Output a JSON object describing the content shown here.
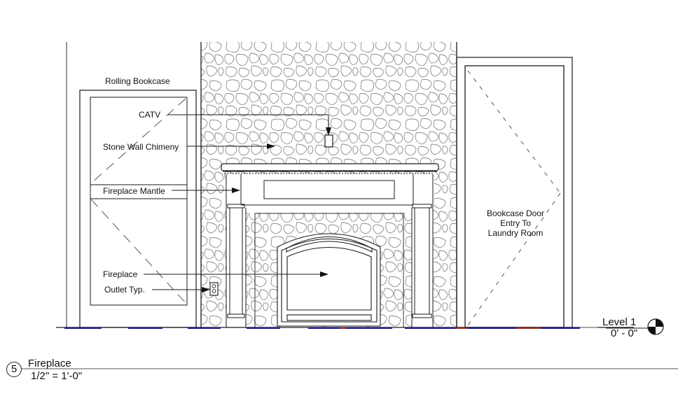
{
  "drawing": {
    "view_number": "5",
    "view_title": "Fireplace",
    "scale": "1/2\" = 1'-0\"",
    "level": {
      "name": "Level 1",
      "elevation": "0' - 0\""
    }
  },
  "elements": {
    "rolling_bookcase": {
      "label": "Rolling Bookcase"
    },
    "bookcase_door": {
      "label_lines": [
        "Bookcase Door",
        "Entry To",
        "Laundry Room"
      ]
    }
  },
  "annotations": [
    {
      "id": "catv",
      "text": "CATV"
    },
    {
      "id": "stone-wall-chimeny",
      "text": "Stone Wall Chimeny"
    },
    {
      "id": "fireplace-mantle",
      "text": "Fireplace Mantle"
    },
    {
      "id": "fireplace",
      "text": "Fireplace"
    },
    {
      "id": "outlet-typ",
      "text": "Outlet Typ."
    }
  ],
  "colors": {
    "line": "#1a1a1a",
    "stone": "#8c8c8c",
    "floor_blue": "#1a1a8c",
    "floor_red": "#9c2a1a",
    "hatch_dash": "#444444"
  }
}
